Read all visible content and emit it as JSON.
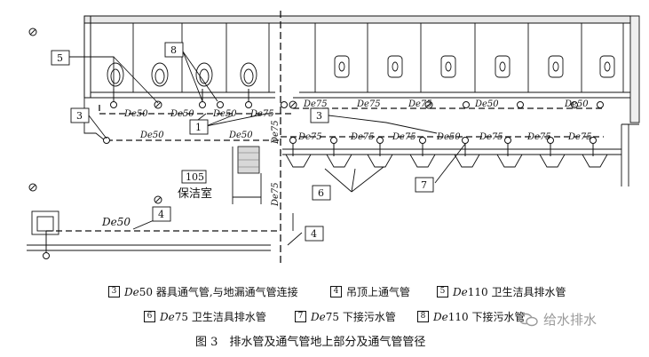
{
  "pipe_labels": {
    "de50": "De50",
    "de75": "De75"
  },
  "callouts": {
    "c1": "1",
    "c3": "3",
    "c4": "4",
    "c5": "5",
    "c6": "6",
    "c7": "7",
    "c8": "8"
  },
  "room": {
    "number": "105",
    "name": "保洁室"
  },
  "legend": [
    {
      "num": "3",
      "pre": "",
      "italic": "De",
      "post": "50 器具通气管,与地漏通气管连接"
    },
    {
      "num": "4",
      "pre": "",
      "italic": "",
      "post": "吊顶上通气管"
    },
    {
      "num": "5",
      "pre": "",
      "italic": "De",
      "post": "110 卫生洁具排水管"
    },
    {
      "num": "6",
      "pre": "",
      "italic": "De",
      "post": "75 卫生洁具排水管"
    },
    {
      "num": "7",
      "pre": "",
      "italic": "De",
      "post": "75 下接污水管"
    },
    {
      "num": "8",
      "pre": "",
      "italic": "De",
      "post": "110 下接污水管"
    }
  ],
  "caption": "图 3　排水管及通气管地上部分及通气管管径",
  "watermark": "给水排水",
  "colors": {
    "ink": "#111111",
    "hatch": "#6a6a6a",
    "watermark": "#9a9a9a"
  }
}
